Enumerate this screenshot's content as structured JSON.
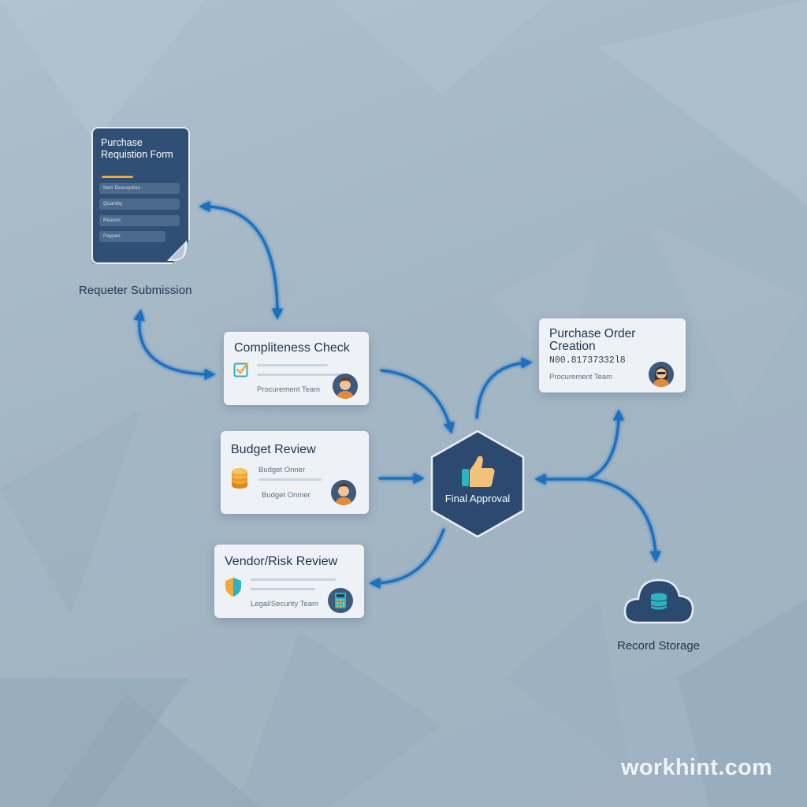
{
  "form": {
    "title": "Purchase Requistion Form",
    "fields": [
      "Item Desception",
      "Quantity",
      "Reasns",
      "Paypes"
    ]
  },
  "requester_label": "Requeter Submission",
  "completeness": {
    "title": "Compliteness Check",
    "team": "Procurement Team",
    "icon": "checkbox-icon"
  },
  "budget": {
    "title": "Budget Review",
    "owner_line1": "Budget Onner",
    "owner_line2": "Budget Onmer",
    "icon": "coin-stack-icon"
  },
  "vendor": {
    "title": "Vendor/Risk Review",
    "team": "Legal/Security Team",
    "icon": "shield-icon"
  },
  "final_approval": {
    "label": "Final Approval",
    "icon": "thumbs-up-icon"
  },
  "purchase_order": {
    "title": "Purchase Order Creation",
    "number": "N00.81737332l8",
    "team": "Procurement Team"
  },
  "record_storage": {
    "label": "Record Storage",
    "icon": "database-cloud-icon"
  },
  "watermark": "workhint.com",
  "colors": {
    "arrow": "#1f6fc0",
    "node_dark": "#2f4f74",
    "accent_orange": "#f3a93a",
    "check_teal": "#2bb3c0"
  }
}
